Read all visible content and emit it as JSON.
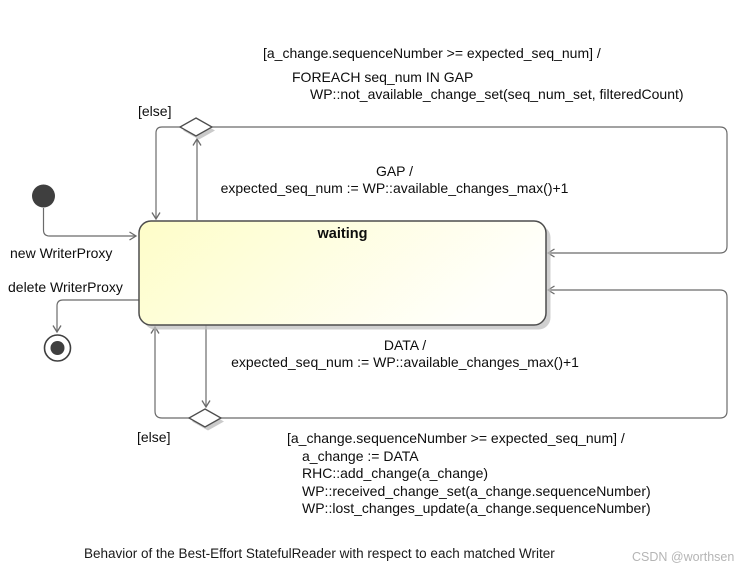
{
  "diagram": {
    "labels": {
      "top_guard": "[a_change.sequenceNumber >= expected_seq_num] /",
      "top_action1": "FOREACH seq_num IN GAP",
      "top_action2": "WP::not_available_change_set(seq_num_set, filteredCount)",
      "else_top": "[else]",
      "gap_event": "GAP /",
      "gap_action": "expected_seq_num := WP::available_changes_max()+1",
      "state_title": "waiting",
      "new_writer_proxy": "new WriterProxy",
      "delete_writer_proxy": "delete WriterProxy",
      "data_event": "DATA /",
      "data_action": "expected_seq_num := WP::available_changes_max()+1",
      "else_bottom": "[else]",
      "bottom_guard": "[a_change.sequenceNumber >= expected_seq_num] /",
      "bottom_action1": "a_change := DATA",
      "bottom_action2": "RHC::add_change(a_change)",
      "bottom_action3": "WP::received_change_set(a_change.sequenceNumber)",
      "bottom_action4": "WP::lost_changes_update(a_change.sequenceNumber)"
    },
    "caption": "Behavior of the Best-Effort StatefulReader with respect to each matched Writer",
    "watermark": "CSDN @worthsen",
    "colors": {
      "state_fill_left": "#fefdc8",
      "state_fill_right": "#fffffb",
      "line": "#6b6b6b",
      "node_border": "#4d4d4d",
      "shadow": "#c0c0c0",
      "text": "#0d0d0d",
      "watermark": "#b5b5b5"
    }
  }
}
